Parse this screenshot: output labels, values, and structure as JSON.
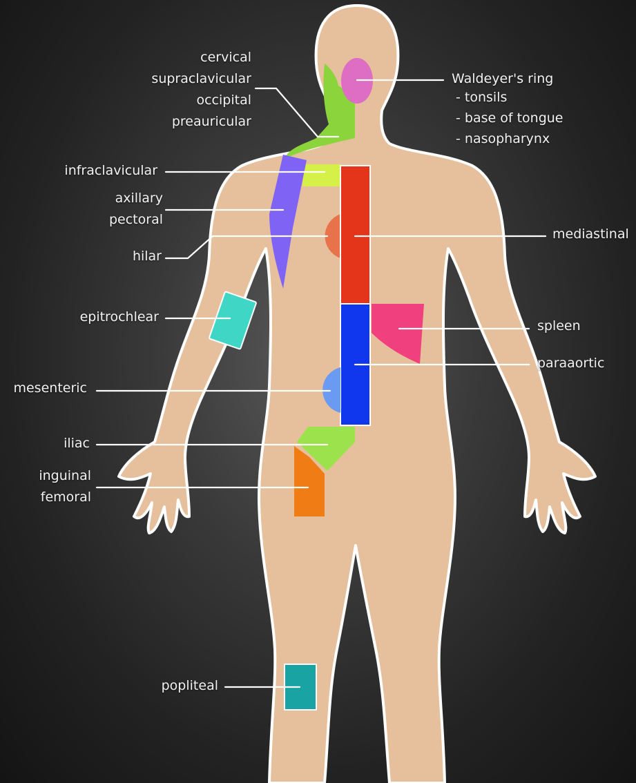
{
  "colors": {
    "skin": "#e6c09c",
    "outline": "#ffffff",
    "leader": "#ffffff",
    "text": "#f2f2f2",
    "background_center": "#5a5a5a",
    "background_edge": "#141414"
  },
  "regions": [
    {
      "id": "cervical",
      "color": "#8cd43c"
    },
    {
      "id": "waldeyers-ring",
      "color": "#de6ec4"
    },
    {
      "id": "infraclavicular",
      "color": "#d6f04a"
    },
    {
      "id": "axillary",
      "color": "#7f63f4"
    },
    {
      "id": "mediastinal",
      "color": "#e43419"
    },
    {
      "id": "hilar",
      "color": "#e8734a"
    },
    {
      "id": "epitrochlear",
      "color": "#3fd6c6"
    },
    {
      "id": "paraaortic",
      "color": "#1037ee"
    },
    {
      "id": "spleen",
      "color": "#f0407e"
    },
    {
      "id": "mesenteric",
      "color": "#6b9af2"
    },
    {
      "id": "iliac",
      "color": "#9be24c"
    },
    {
      "id": "inguinal",
      "color": "#f07c15"
    },
    {
      "id": "popliteal",
      "color": "#1aa3a3"
    }
  ],
  "labels": {
    "cervical_group": [
      "cervical",
      "supraclavicular",
      "occipital",
      "preauricular"
    ],
    "waldeyer": [
      "Waldeyer's ring",
      "- tonsils",
      "- base of tongue",
      "- nasopharynx"
    ],
    "infraclavicular": "infraclavicular",
    "axillary_group": [
      "axillary",
      "pectoral"
    ],
    "hilar": "hilar",
    "mediastinal": "mediastinal",
    "epitrochlear": "epitrochlear",
    "spleen": "spleen",
    "paraaortic": "paraaortic",
    "mesenteric": "mesenteric",
    "iliac": "iliac",
    "inguinal_group": [
      "inguinal",
      "femoral"
    ],
    "popliteal": "popliteal"
  }
}
